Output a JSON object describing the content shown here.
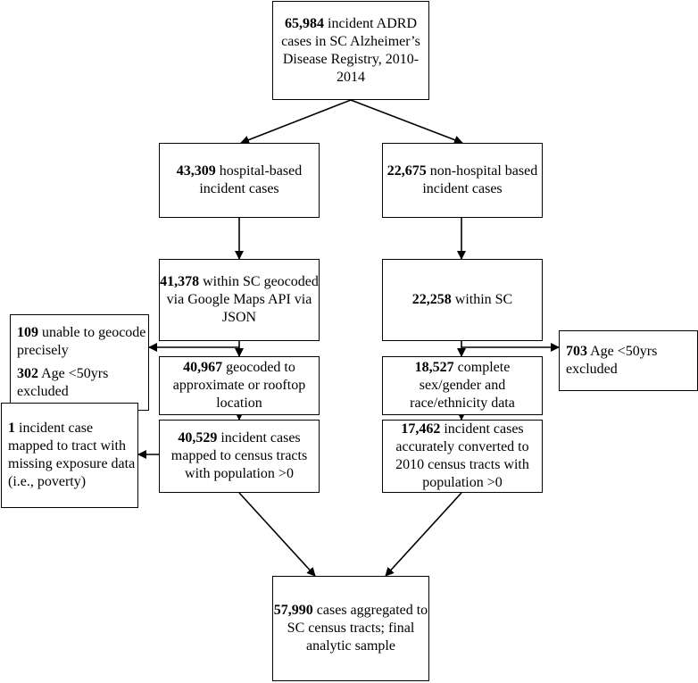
{
  "boxes": {
    "top": {
      "num": "65,984",
      "text": " incident ADRD cases in SC Alzheimer’s Disease Registry, 2010-2014"
    },
    "hosp": {
      "num": "43,309",
      "text": " hospital-based incident cases"
    },
    "nonhosp": {
      "num": "22,675",
      "text": " non-hospital based incident cases"
    },
    "hosp_sc": {
      "num": "41,378",
      "text": " within SC geocoded via Google Maps API via JSON"
    },
    "nonhosp_sc": {
      "num": "22,258",
      "text": " within SC"
    },
    "excl_left": {
      "num1": "109",
      "text1": " unable to geocode precisely",
      "num2": "302",
      "text2": " Age <50yrs excluded"
    },
    "excl_right": {
      "num": "703",
      "text": " Age <50yrs excluded"
    },
    "geocoded": {
      "num": "40,967",
      "text": " geocoded to approximate or rooftop location"
    },
    "complete": {
      "num": "18,527",
      "text": " complete sex/gender and race/ethnicity data"
    },
    "excl_tract": {
      "num": "1",
      "text": " incident case mapped to tract with missing exposure data (i.e., poverty)"
    },
    "mapped": {
      "num": "40,529",
      "text": " incident cases mapped to census tracts with population >0"
    },
    "converted": {
      "num": "17,462",
      "text": " incident cases accurately converted to 2010 census tracts with population >0"
    },
    "final": {
      "num": "57,990",
      "text": " cases aggregated to SC census tracts; final analytic sample"
    }
  }
}
